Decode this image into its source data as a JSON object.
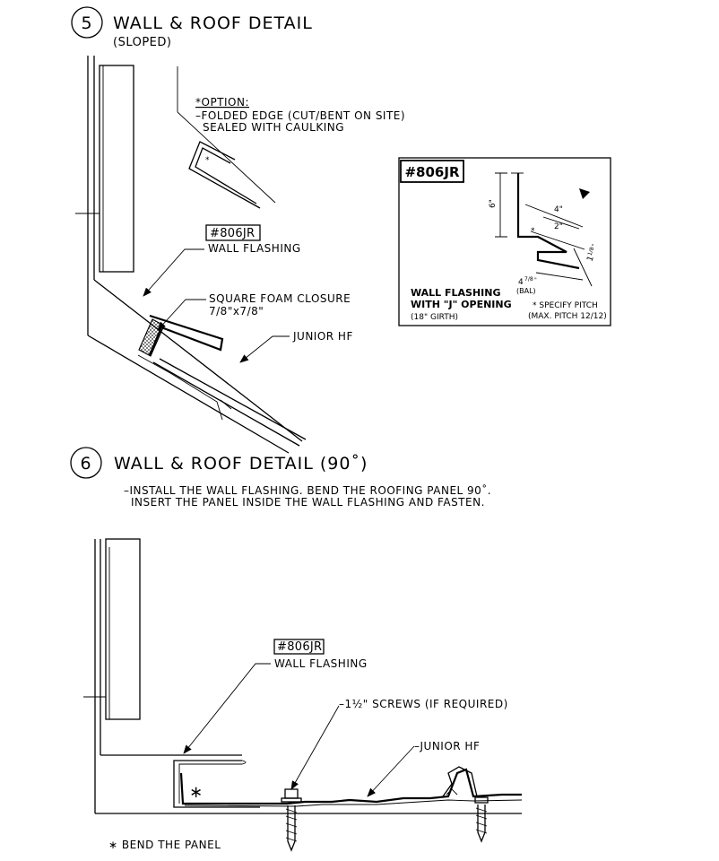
{
  "detail5": {
    "number": "5",
    "title": "WALL & ROOF DETAIL",
    "subtitle": "(SLOPED)",
    "option_heading": "*OPTION:",
    "option_line1": "–FOLDED EDGE (CUT/BENT ON SITE)",
    "option_line2": "SEALED WITH CAULKING",
    "option_star": "*",
    "part_tag": "#806JR",
    "part_label": "WALL FLASHING",
    "foam_label1": "SQUARE FOAM CLOSURE",
    "foam_label2": "7/8\"x7/8\"",
    "panel_label": "JUNIOR HF"
  },
  "profile_box": {
    "tag": "#806JR",
    "dim_height": "6\"",
    "dim_width": "4\"",
    "dim_j": "2\"",
    "dim_side_main": "1",
    "dim_side_frac": "1/8",
    "dim_side_unit": "\"",
    "dim_bal_main": "4",
    "dim_bal_frac": "7/8",
    "dim_bal_unit": "\"",
    "dim_bal_note": "(BAL)",
    "star": "*",
    "name_line1": "WALL FLASHING",
    "name_line2": "WITH \"J\" OPENING",
    "girth": "(18\" GIRTH)",
    "pitch_line1": "* SPECIFY PITCH",
    "pitch_line2": "(MAX. PITCH 12/12)"
  },
  "detail6": {
    "number": "6",
    "title": "WALL & ROOF DETAIL (90˚)",
    "note_line1": "–INSTALL THE WALL FLASHING. BEND THE ROOFING PANEL 90˚.",
    "note_line2": "INSERT THE PANEL INSIDE THE WALL FLASHING AND FASTEN.",
    "part_tag": "#806JR",
    "part_label": "WALL FLASHING",
    "screws_label": "–1½\" SCREWS (IF REQUIRED)",
    "panel_label": "–JUNIOR HF",
    "star": "∗",
    "footnote": "∗ BEND THE PANEL"
  }
}
